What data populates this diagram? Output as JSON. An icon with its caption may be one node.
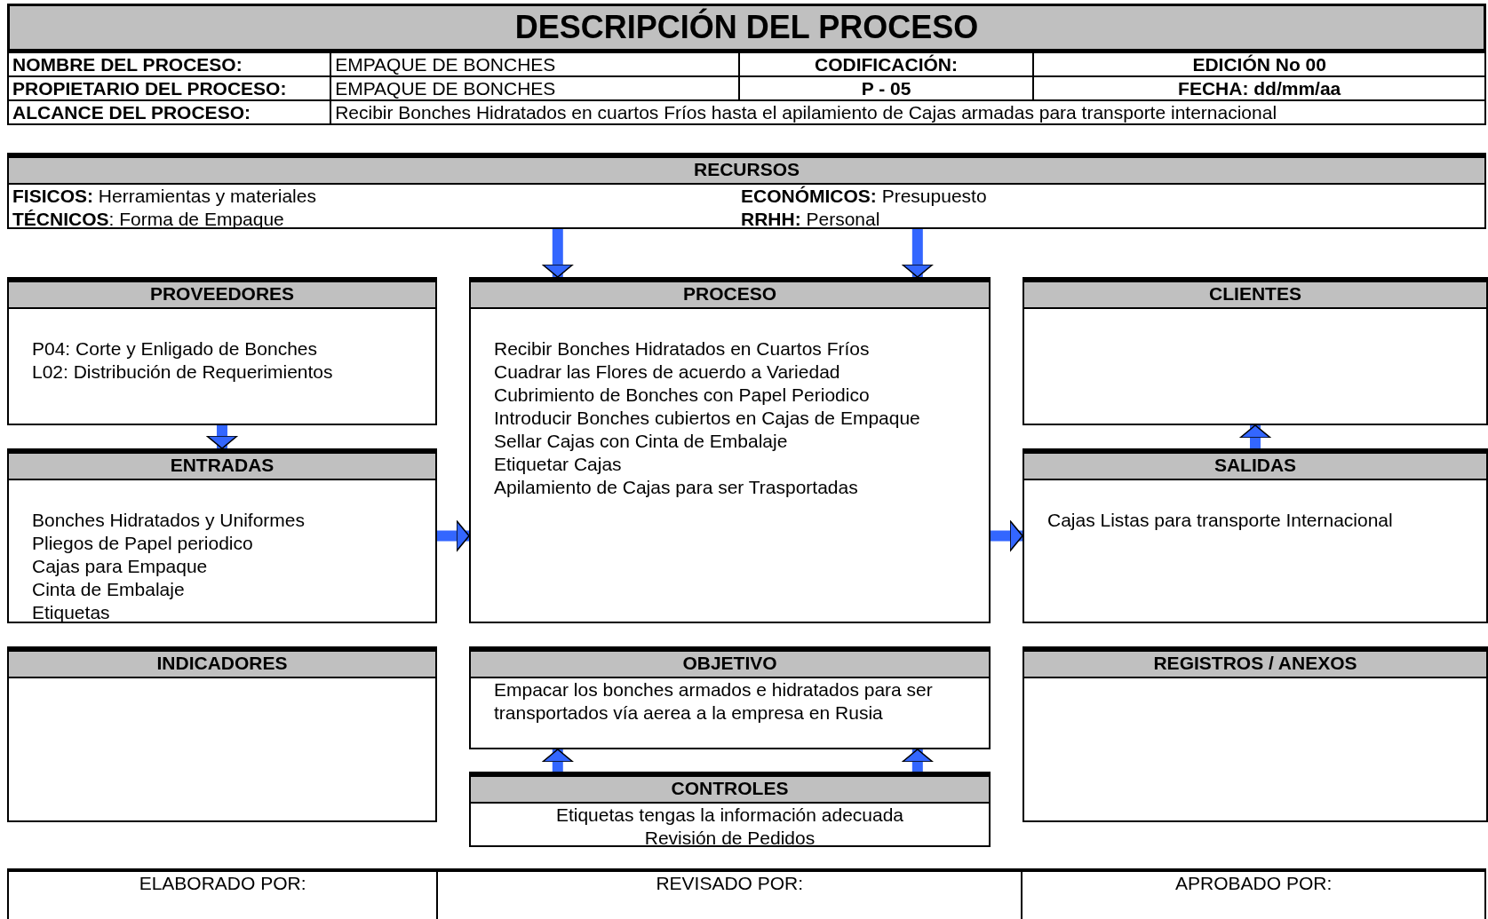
{
  "diagram": {
    "title": "DESCRIPCIÓN DEL PROCESO",
    "nodes": [
      {
        "text": [
          "RECURSOS",
          "**FISICOS:** Herramientas y materiales",
          "**TÉCNICOS**: Forma de Empaque",
          "**ECONÓMICOS:** Presupuesto",
          "**RRHH:** Personal"
        ]
      },
      {
        "text": [
          "PROVEEDORES",
          "P04: Corte y Enligado de Bonches",
          "L02: Distribución de Requerimientos"
        ]
      },
      {
        "text": [
          "PROCESO",
          "Recibir Bonches Hidratados en Cuartos Fríos",
          "Cuadrar las Flores de acuerdo a Variedad",
          "Cubrimiento de Bonches con Papel Periodico",
          "Introducir Bonches cubiertos en Cajas de Empaque",
          "Sellar Cajas con Cinta de Embalaje",
          "Etiquetar Cajas",
          "Apilamiento de Cajas para ser Trasportadas"
        ]
      },
      {
        "text": [
          "CLIENTES"
        ]
      },
      {
        "text": [
          "ENTRADAS",
          "Bonches Hidratados y Uniformes",
          "Pliegos de Papel periodico",
          "Cajas para Empaque",
          "Cinta de Embalaje",
          "Etiquetas"
        ]
      },
      {
        "text": [
          "SALIDAS",
          "Cajas Listas para transporte Internacional"
        ]
      },
      {
        "text": [
          "INDICADORES"
        ]
      },
      {
        "text": [
          "OBJETIVO",
          "Empacar los bonches armados e hidratados para ser transportados vía aerea a la empresa en Rusia"
        ]
      },
      {
        "text": [
          "REGISTROS / ANEXOS"
        ]
      },
      {
        "text": [
          "CONTROLES",
          "Etiquetas tengas la información adecuada",
          "Revisión de Pedidos"
        ]
      }
    ],
    "edges": [
      {
        "from": 0,
        "to": 2,
        "arrow": "to"
      },
      {
        "from": 0,
        "to": 2,
        "arrow": "to"
      },
      {
        "from": 1,
        "to": 4,
        "arrow": "to"
      },
      {
        "from": 4,
        "to": 2,
        "arrow": "to"
      },
      {
        "from": 2,
        "to": 5,
        "arrow": "to"
      },
      {
        "from": 5,
        "to": 3,
        "arrow": "to"
      },
      {
        "from": 9,
        "to": 7,
        "arrow": "to"
      },
      {
        "from": 9,
        "to": 7,
        "arrow": "to"
      }
    ],
    "labels": [
      "NOMBRE DEL PROCESO:",
      "EMPAQUE DE BONCHES",
      "CODIFICACIÓN:",
      "EDICIÓN No 00",
      "PROPIETARIO DEL PROCESO:",
      "EMPAQUE DE BONCHES",
      "P - 05",
      "FECHA: dd/mm/aa",
      "ALCANCE DEL PROCESO:",
      "Recibir Bonches Hidratados en cuartos Fríos hasta el apilamiento de Cajas armadas para transporte internacional",
      "ELABORADO POR:",
      "REVISADO POR:",
      "APROBADO POR:"
    ]
  }
}
